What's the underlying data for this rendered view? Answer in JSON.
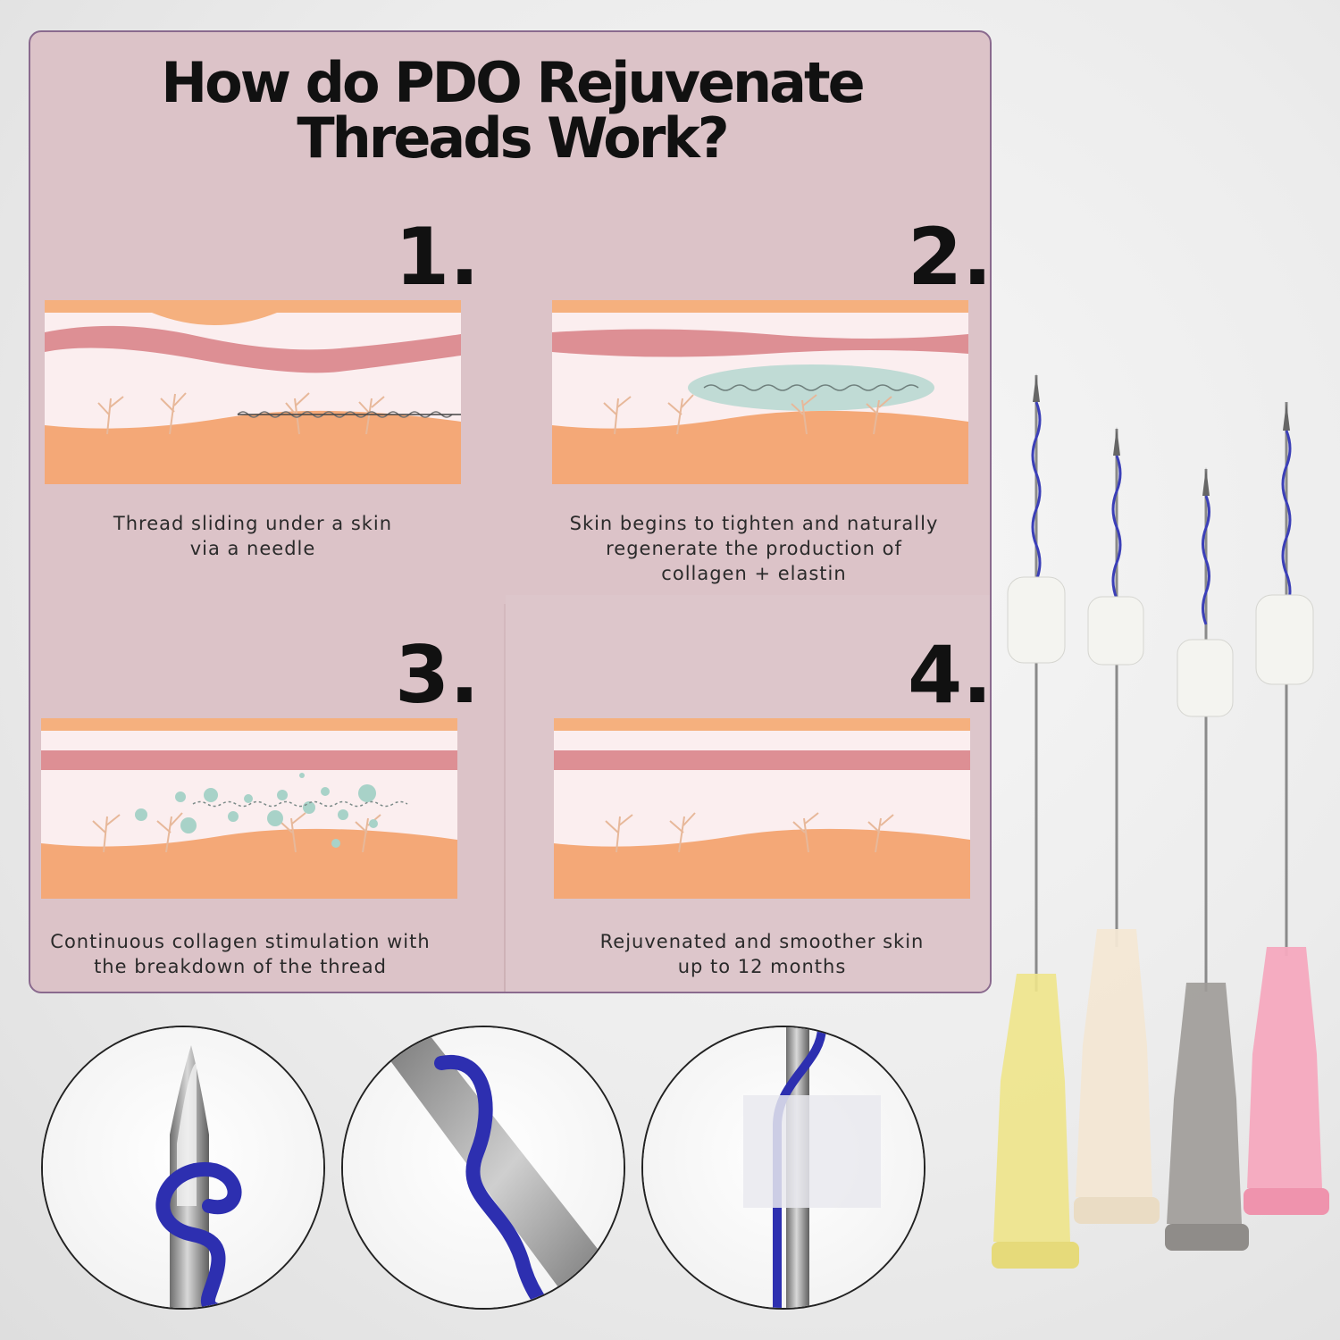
{
  "title_line1": "How do PDO Rejuvenate",
  "title_line2": "Threads Work?",
  "steps": [
    {
      "number": "1.",
      "caption_line1": "Thread sliding under a skin",
      "caption_line2": "via a needle",
      "caption_line3": ""
    },
    {
      "number": "2.",
      "caption_line1": "Skin begins to tighten and naturally",
      "caption_line2": "regenerate the production of",
      "caption_line3": "collagen + elastin"
    },
    {
      "number": "3.",
      "caption_line1": "Continuous collagen stimulation with",
      "caption_line2": "the breakdown of the thread",
      "caption_line3": ""
    },
    {
      "number": "4.",
      "caption_line1": "Rejuvenated and smoother skin",
      "caption_line2": "up to 12 months",
      "caption_line3": ""
    }
  ],
  "colors": {
    "panel_bg": "#dcc3c8",
    "panel_border": "#8a6a8e",
    "epidermis": "#f5b07e",
    "dermis_band": "#dd8f94",
    "dermis": "#fbeeef",
    "subcutis": "#f4a877",
    "thread": "#3b3fb8",
    "collagen_dots": "#a8d2c8"
  },
  "hub_colors": [
    "#eee48a",
    "#f3e7d4",
    "#9e9b98",
    "#f5a9bf"
  ]
}
